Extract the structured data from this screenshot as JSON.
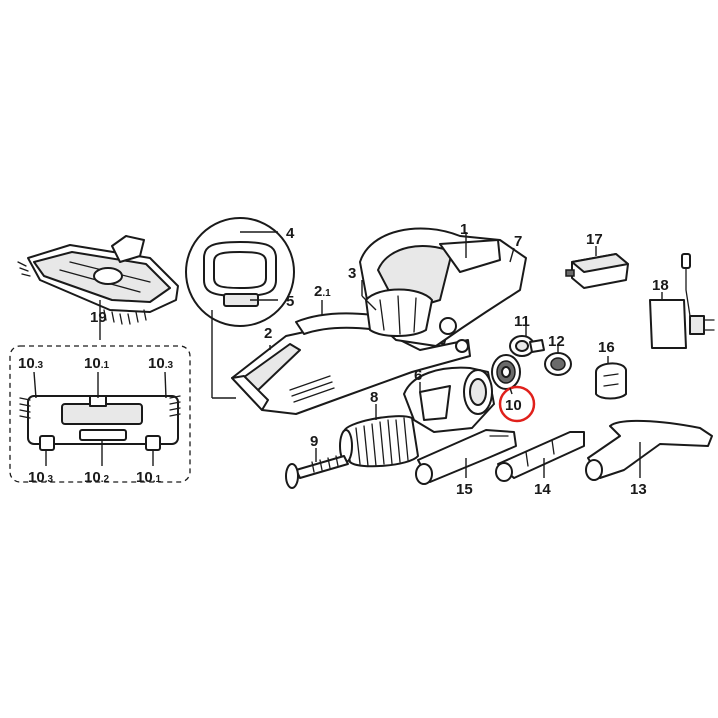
{
  "callouts": [
    {
      "id": "c1",
      "main": "1",
      "sub": ""
    },
    {
      "id": "c2",
      "main": "2",
      "sub": ""
    },
    {
      "id": "c2_1",
      "main": "2",
      "sub": ".1"
    },
    {
      "id": "c3",
      "main": "3",
      "sub": ""
    },
    {
      "id": "c4",
      "main": "4",
      "sub": ""
    },
    {
      "id": "c5",
      "main": "5",
      "sub": ""
    },
    {
      "id": "c6",
      "main": "6",
      "sub": ""
    },
    {
      "id": "c7",
      "main": "7",
      "sub": ""
    },
    {
      "id": "c8",
      "main": "8",
      "sub": ""
    },
    {
      "id": "c9",
      "main": "9",
      "sub": ""
    },
    {
      "id": "c10",
      "main": "10",
      "sub": ""
    },
    {
      "id": "c11",
      "main": "11",
      "sub": ""
    },
    {
      "id": "c12",
      "main": "12",
      "sub": ""
    },
    {
      "id": "c13",
      "main": "13",
      "sub": ""
    },
    {
      "id": "c14",
      "main": "14",
      "sub": ""
    },
    {
      "id": "c15",
      "main": "15",
      "sub": ""
    },
    {
      "id": "c16",
      "main": "16",
      "sub": ""
    },
    {
      "id": "c17",
      "main": "17",
      "sub": ""
    },
    {
      "id": "c18",
      "main": "18",
      "sub": ""
    },
    {
      "id": "c19",
      "main": "19",
      "sub": ""
    },
    {
      "id": "c10_3a",
      "main": "10",
      "sub": ".3"
    },
    {
      "id": "c10_1a",
      "main": "10",
      "sub": ".1"
    },
    {
      "id": "c10_3b",
      "main": "10",
      "sub": ".3"
    },
    {
      "id": "c10_3c",
      "main": "10",
      "sub": ".3"
    },
    {
      "id": "c10_2",
      "main": "10",
      "sub": ".2"
    },
    {
      "id": "c10_1b",
      "main": "10",
      "sub": ".1"
    }
  ],
  "highlighted_part": "10",
  "colors": {
    "line": "#1a1a1a",
    "highlight": "#e0201b",
    "shade": "#e8e8e8"
  }
}
